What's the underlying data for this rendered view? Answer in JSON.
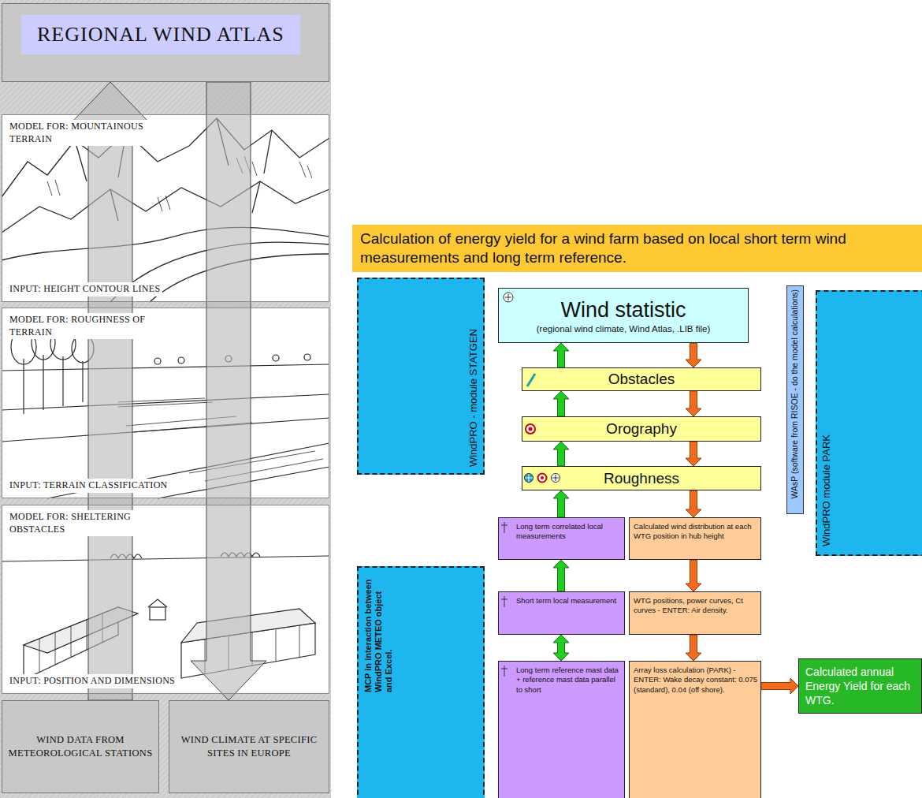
{
  "diagram": {
    "title": "Calculation of energy yield for a wind farm based on local short term wind measurements and long term reference.",
    "nodes": [
      {
        "text": [
          "REGIONAL WIND ATLAS"
        ]
      },
      {
        "text": [
          "MODEL FOR: MOUNTAINOUS TERRAIN",
          "INPUT: HEIGHT CONTOUR LINES"
        ]
      },
      {
        "text": [
          "MODEL FOR: ROUGHNESS OF TERRAIN",
          "INPUT: TERRAIN CLASSIFICATION"
        ]
      },
      {
        "text": [
          "MODEL FOR: SHELTERING OBSTACLES",
          "INPUT: POSITION AND DIMENSIONS"
        ]
      },
      {
        "text": [
          "WIND DATA FROM METEOROLOGICAL STATIONS"
        ]
      },
      {
        "text": [
          "WIND CLIMATE AT SPECIFIC SITES IN EUROPE"
        ]
      },
      {
        "text": [
          "WindPRO - module STATGEN"
        ]
      },
      {
        "text": [
          "Wind statistic",
          "(regional wind climate, Wind Atlas, .LIB file)"
        ]
      },
      {
        "text": [
          "WAsP (software from RISOE - do the model calculations)"
        ]
      },
      {
        "text": [
          "WindPRO module PARK"
        ]
      },
      {
        "text": [
          "Obstacles"
        ]
      },
      {
        "text": [
          "Orography"
        ]
      },
      {
        "text": [
          "Roughness"
        ]
      },
      {
        "text": [
          "Long term correlated local measurements"
        ]
      },
      {
        "text": [
          "Calculated wind distribution at each WTG position in hub height"
        ]
      },
      {
        "text": [
          "MCP in interaction between WindPRO METEO object and Excel."
        ]
      },
      {
        "text": [
          "Short term local measurement"
        ]
      },
      {
        "text": [
          "WTG positions, power curves, Ct curves - ENTER: Air density."
        ]
      },
      {
        "text": [
          "Long term reference mast data + reference mast data parallel to short"
        ]
      },
      {
        "text": [
          "Array loss calculation (PARK) - ENTER: Wake decay constant: 0.075 (standard), 0.04 (off shore)."
        ]
      },
      {
        "text": [
          "Calculated annual Energy Yield for each WTG."
        ]
      }
    ],
    "edges": [
      {
        "from": 4,
        "to": 0,
        "arrow": "to"
      },
      {
        "from": 0,
        "to": 5,
        "arrow": "to"
      },
      {
        "from": 10,
        "to": 7,
        "arrow": "to"
      },
      {
        "from": 7,
        "to": 10,
        "arrow": "to"
      },
      {
        "from": 11,
        "to": 10,
        "arrow": "to"
      },
      {
        "from": 10,
        "to": 11,
        "arrow": "to"
      },
      {
        "from": 12,
        "to": 11,
        "arrow": "to"
      },
      {
        "from": 11,
        "to": 12,
        "arrow": "to"
      },
      {
        "from": 13,
        "to": 12,
        "arrow": "to"
      },
      {
        "from": 12,
        "to": 14,
        "arrow": "to"
      },
      {
        "from": 16,
        "to": 13,
        "arrow": "to"
      },
      {
        "from": 14,
        "to": 17,
        "arrow": "to"
      },
      {
        "from": 18,
        "to": 16,
        "arrow": "both"
      },
      {
        "from": 17,
        "to": 19,
        "arrow": "to"
      },
      {
        "from": 19,
        "to": 20,
        "arrow": "to"
      }
    ]
  }
}
